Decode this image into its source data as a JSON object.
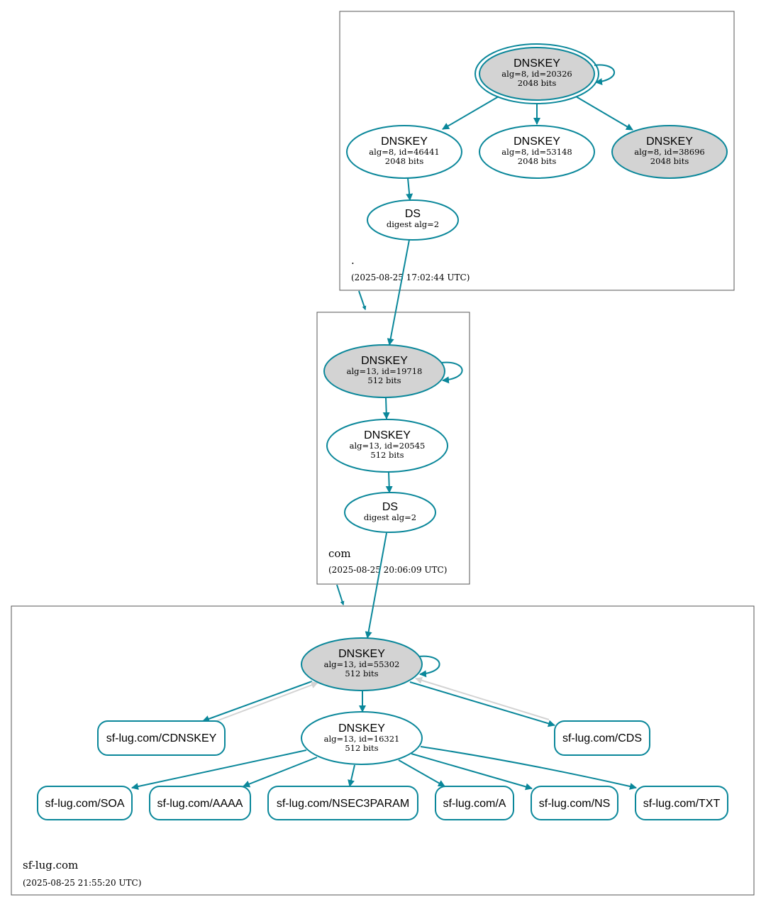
{
  "colors": {
    "edge": "#0a879a",
    "secure_entry_fill": "#d3d3d3",
    "plain_fill": "#ffffff",
    "border": "#555555",
    "inactive_edge": "#d3d3d3"
  },
  "zones": {
    "root": {
      "name": ".",
      "timestamp": "(2025-08-25 17:02:44 UTC)"
    },
    "com": {
      "name": "com",
      "timestamp": "(2025-08-25 20:06:09 UTC)"
    },
    "sflug": {
      "name": "sf-lug.com",
      "timestamp": "(2025-08-25 21:55:20 UTC)"
    }
  },
  "nodes": {
    "root_ksk": {
      "title": "DNSKEY",
      "line1": "alg=8, id=20326",
      "line2": "2048 bits"
    },
    "root_zsk1": {
      "title": "DNSKEY",
      "line1": "alg=8, id=46441",
      "line2": "2048 bits"
    },
    "root_zsk2": {
      "title": "DNSKEY",
      "line1": "alg=8, id=53148",
      "line2": "2048 bits"
    },
    "root_zsk3": {
      "title": "DNSKEY",
      "line1": "alg=8, id=38696",
      "line2": "2048 bits"
    },
    "root_ds": {
      "title": "DS",
      "line1": "digest alg=2"
    },
    "com_ksk": {
      "title": "DNSKEY",
      "line1": "alg=13, id=19718",
      "line2": "512 bits"
    },
    "com_zsk": {
      "title": "DNSKEY",
      "line1": "alg=13, id=20545",
      "line2": "512 bits"
    },
    "com_ds": {
      "title": "DS",
      "line1": "digest alg=2"
    },
    "sf_ksk": {
      "title": "DNSKEY",
      "line1": "alg=13, id=55302",
      "line2": "512 bits"
    },
    "sf_zsk": {
      "title": "DNSKEY",
      "line1": "alg=13, id=16321",
      "line2": "512 bits"
    }
  },
  "records": {
    "cdnskey": "sf-lug.com/CDNSKEY",
    "cds": "sf-lug.com/CDS",
    "soa": "sf-lug.com/SOA",
    "aaaa": "sf-lug.com/AAAA",
    "nsec3param": "sf-lug.com/NSEC3PARAM",
    "a": "sf-lug.com/A",
    "ns": "sf-lug.com/NS",
    "txt": "sf-lug.com/TXT"
  }
}
